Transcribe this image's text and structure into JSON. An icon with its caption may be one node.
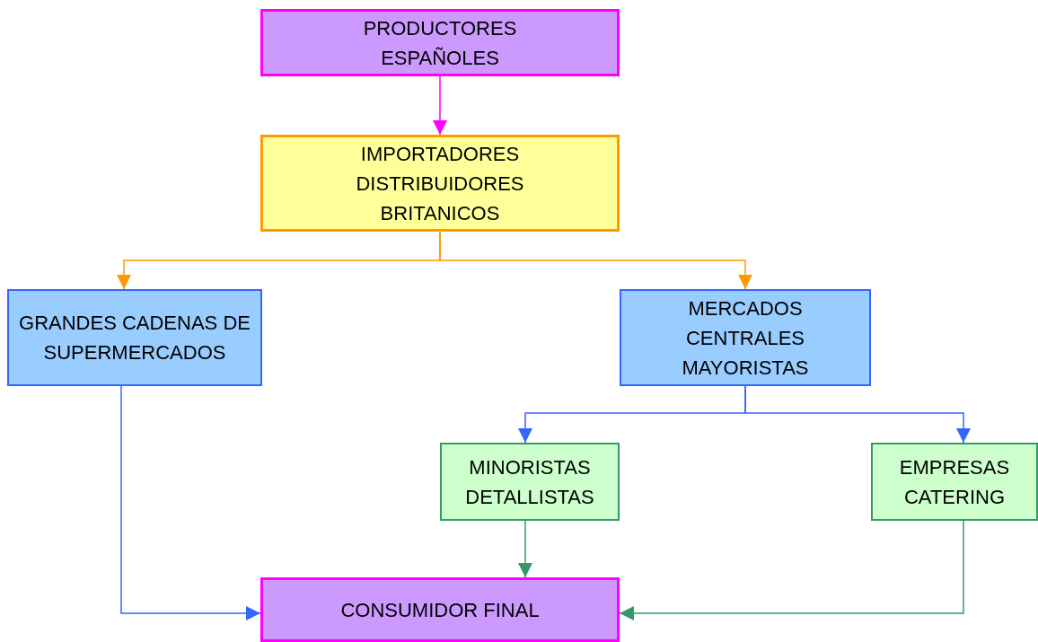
{
  "diagram": {
    "nodes": [
      {
        "text": [
          "PRODUCTORES ESPAÑOLES"
        ]
      },
      {
        "text": [
          "IMPORTADORES DISTRIBUIDORES BRITANICOS"
        ]
      },
      {
        "text": [
          "GRANDES CADENAS DE SUPERMERCADOS"
        ]
      },
      {
        "text": [
          "MERCADOS CENTRALES MAYORISTAS"
        ]
      },
      {
        "text": [
          "MINORISTAS DETALLISTAS"
        ]
      },
      {
        "text": [
          "EMPRESAS CATERING"
        ]
      },
      {
        "text": [
          "CONSUMIDOR FINAL"
        ]
      }
    ],
    "edges": [
      {
        "from": 0,
        "to": 1,
        "arrow": "to",
        "color": "#ff00ff"
      },
      {
        "from": 1,
        "to": 2,
        "arrow": "to",
        "color": "#ff9900"
      },
      {
        "from": 1,
        "to": 3,
        "arrow": "to",
        "color": "#ff9900"
      },
      {
        "from": 3,
        "to": 4,
        "arrow": "to",
        "color": "#3366ff"
      },
      {
        "from": 3,
        "to": 5,
        "arrow": "to",
        "color": "#3366ff"
      },
      {
        "from": 2,
        "to": 6,
        "arrow": "to",
        "color": "#3366ff"
      },
      {
        "from": 4,
        "to": 6,
        "arrow": "to",
        "color": "#339966"
      },
      {
        "from": 5,
        "to": 6,
        "arrow": "to",
        "color": "#339966"
      }
    ]
  }
}
